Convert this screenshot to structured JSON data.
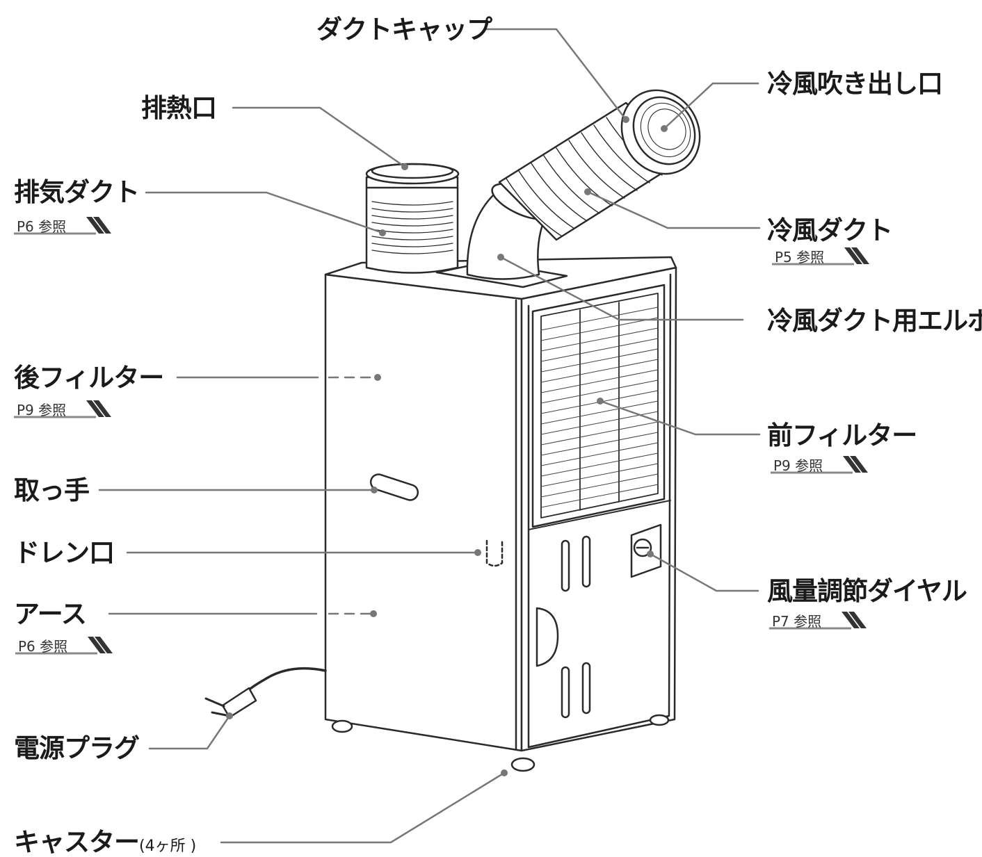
{
  "labels": {
    "duct_cap": "ダクトキャップ",
    "cold_air_outlet": "冷風吹き出し口",
    "exhaust_port": "排熱口",
    "exhaust_duct": "排気ダクト",
    "exhaust_duct_ref": "P6 参照",
    "cold_air_duct": "冷風ダクト",
    "cold_air_duct_ref": "P5 参照",
    "elbow": "冷風ダクト用エルボ",
    "rear_filter": "後フィルター",
    "rear_filter_ref": "P9 参照",
    "front_filter": "前フィルター",
    "front_filter_ref": "P9 参照",
    "handle": "取っ手",
    "drain": "ドレン口",
    "dial": "風量調節ダイヤル",
    "dial_ref": "P7 参照",
    "earth": "アース",
    "earth_ref": "P6 参照",
    "plug": "電源プラグ",
    "caster": "キャスター",
    "caster_note": "(4ヶ所 )"
  }
}
